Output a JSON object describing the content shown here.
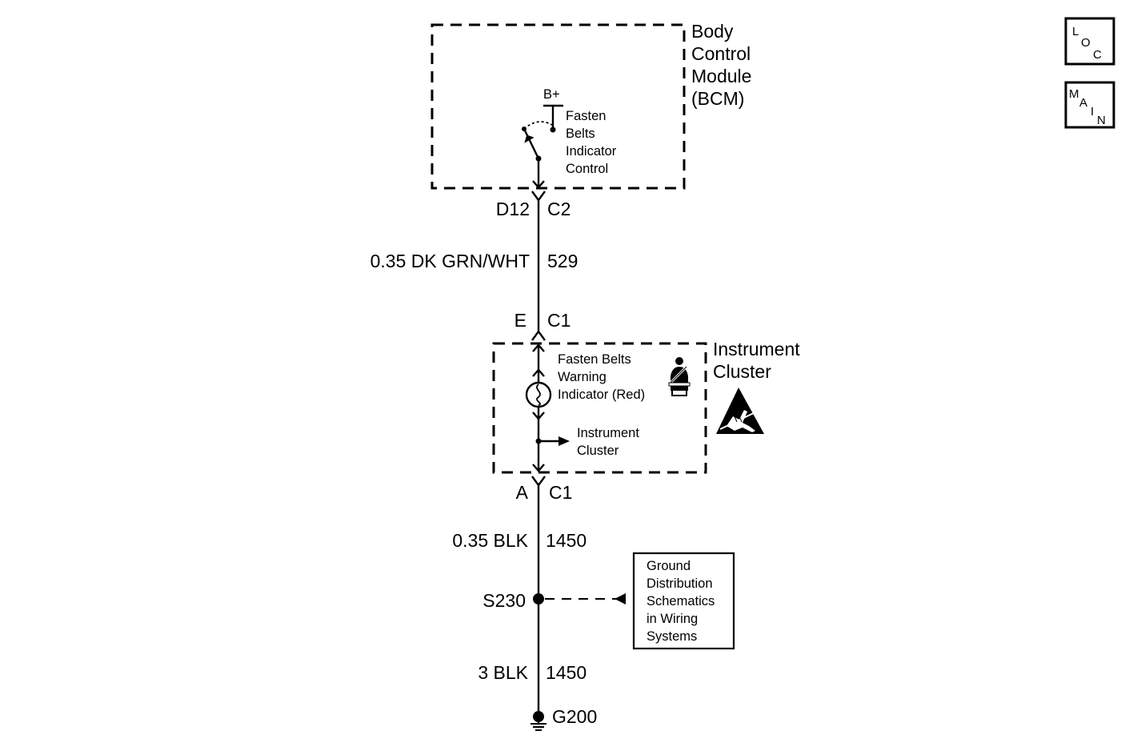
{
  "bcm": {
    "name_line1": "Body",
    "name_line2": "Control",
    "name_line3": "Module",
    "name_line4": "(BCM)",
    "supply": "B+",
    "switch_line1": "Fasten",
    "switch_line2": "Belts",
    "switch_line3": "Indicator",
    "switch_line4": "Control",
    "pin": "D12",
    "connector": "C2"
  },
  "wire1": {
    "gauge_color": "0.35 DK GRN/WHT",
    "circuit": "529"
  },
  "cluster": {
    "pin_in": "E",
    "connector_in": "C1",
    "name_line1": "Instrument",
    "name_line2": "Cluster",
    "lamp_line1": "Fasten Belts",
    "lamp_line2": "Warning",
    "lamp_line3": "Indicator (Red)",
    "ref_line1": "Instrument",
    "ref_line2": "Cluster",
    "pin_out": "A",
    "connector_out": "C1",
    "icons": [
      "seatbelt-icon",
      "esd-sensitive-icon"
    ]
  },
  "wire2": {
    "gauge_color": "0.35 BLK",
    "circuit": "1450"
  },
  "splice": {
    "id": "S230",
    "ref_line1": "Ground",
    "ref_line2": "Distribution",
    "ref_line3": "Schematics",
    "ref_line4": "in Wiring",
    "ref_line5": "Systems"
  },
  "wire3": {
    "gauge_color": "3 BLK",
    "circuit": "1450"
  },
  "ground": {
    "id": "G200"
  },
  "nav": {
    "loc": {
      "l": "L",
      "o": "O",
      "c": "C"
    },
    "main": {
      "m": "M",
      "a": "A",
      "i": "I",
      "n": "N"
    }
  }
}
